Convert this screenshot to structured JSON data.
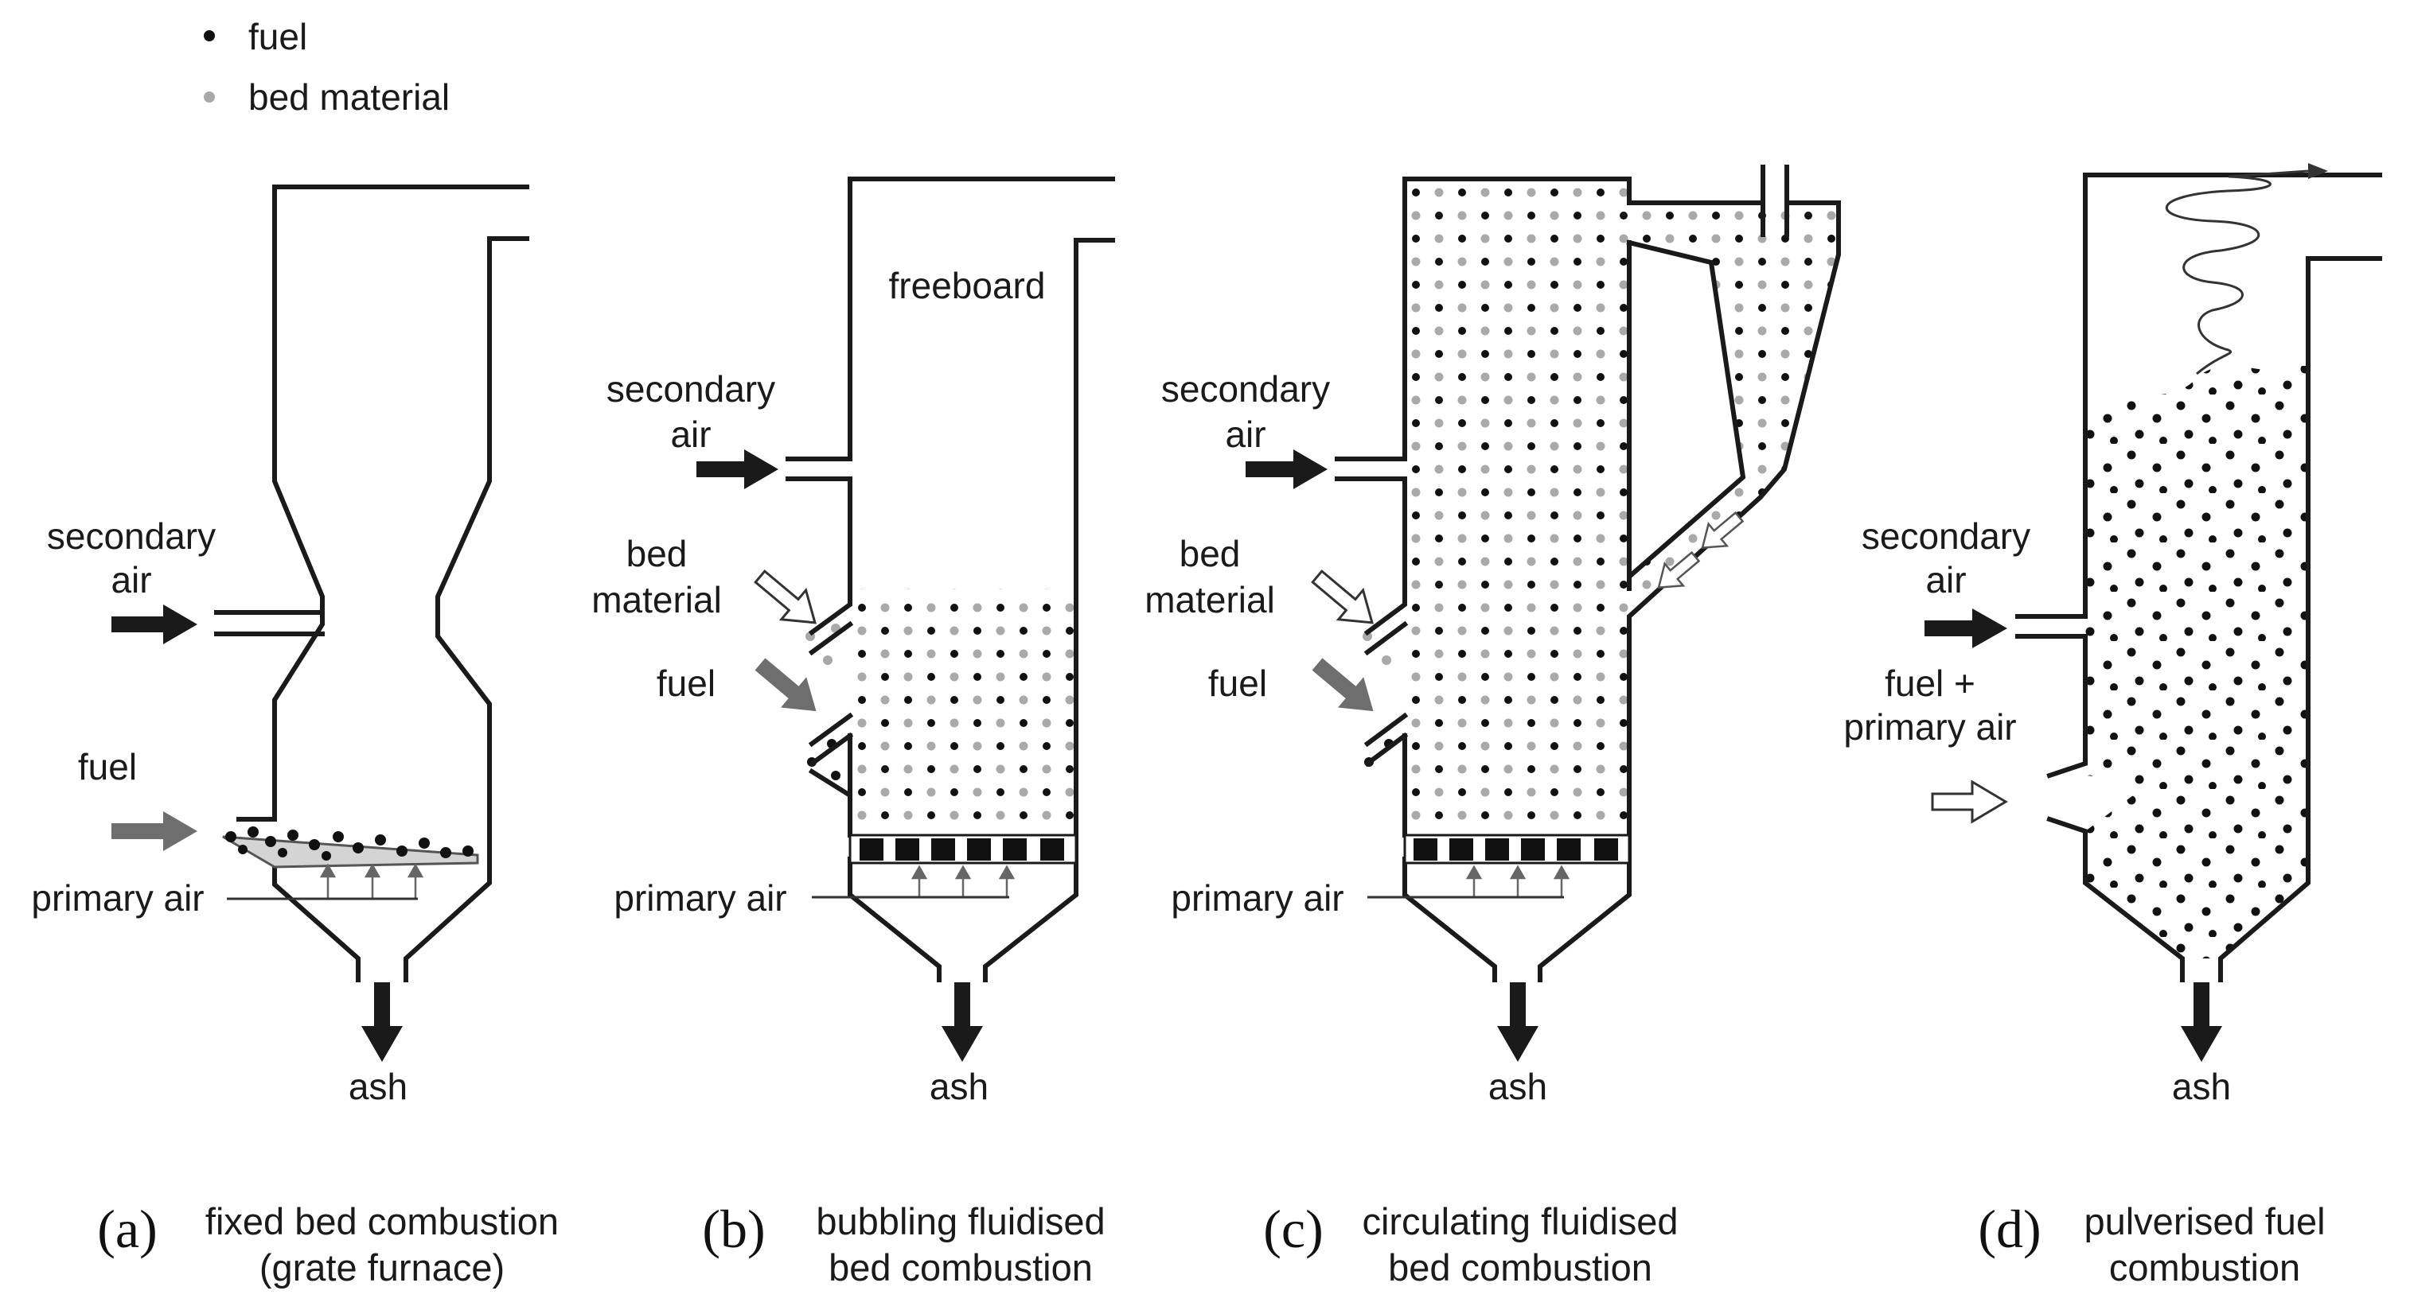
{
  "legend": {
    "fuel": "fuel",
    "bed_material": "bed material"
  },
  "colors": {
    "fuel_dot": "#111111",
    "bed_dot": "#a9a9a9",
    "wall": "#1a1a1a",
    "grey_arrow": "#6e6e6e"
  },
  "panels": {
    "a": {
      "letter": "(a)",
      "caption_line1": "fixed bed combustion",
      "caption_line2": "(grate furnace)",
      "secondary_air_1": "secondary",
      "secondary_air_2": "air",
      "fuel": "fuel",
      "primary_air": "primary air",
      "ash": "ash"
    },
    "b": {
      "letter": "(b)",
      "caption_line1": "bubbling fluidised",
      "caption_line2": "bed combustion",
      "freeboard": "freeboard",
      "secondary_air_1": "secondary",
      "secondary_air_2": "air",
      "bed_material_1": "bed",
      "bed_material_2": "material",
      "fuel": "fuel",
      "primary_air": "primary air",
      "ash": "ash"
    },
    "c": {
      "letter": "(c)",
      "caption_line1": "circulating fluidised",
      "caption_line2": "bed combustion",
      "secondary_air_1": "secondary",
      "secondary_air_2": "air",
      "bed_material_1": "bed",
      "bed_material_2": "material",
      "fuel": "fuel",
      "primary_air": "primary air",
      "ash": "ash"
    },
    "d": {
      "letter": "(d)",
      "caption_line1": "pulverised fuel",
      "caption_line2": "combustion",
      "secondary_air_1": "secondary",
      "secondary_air_2": "air",
      "fuel_primary_1": "fuel +",
      "fuel_primary_2": "primary air",
      "ash": "ash"
    }
  }
}
